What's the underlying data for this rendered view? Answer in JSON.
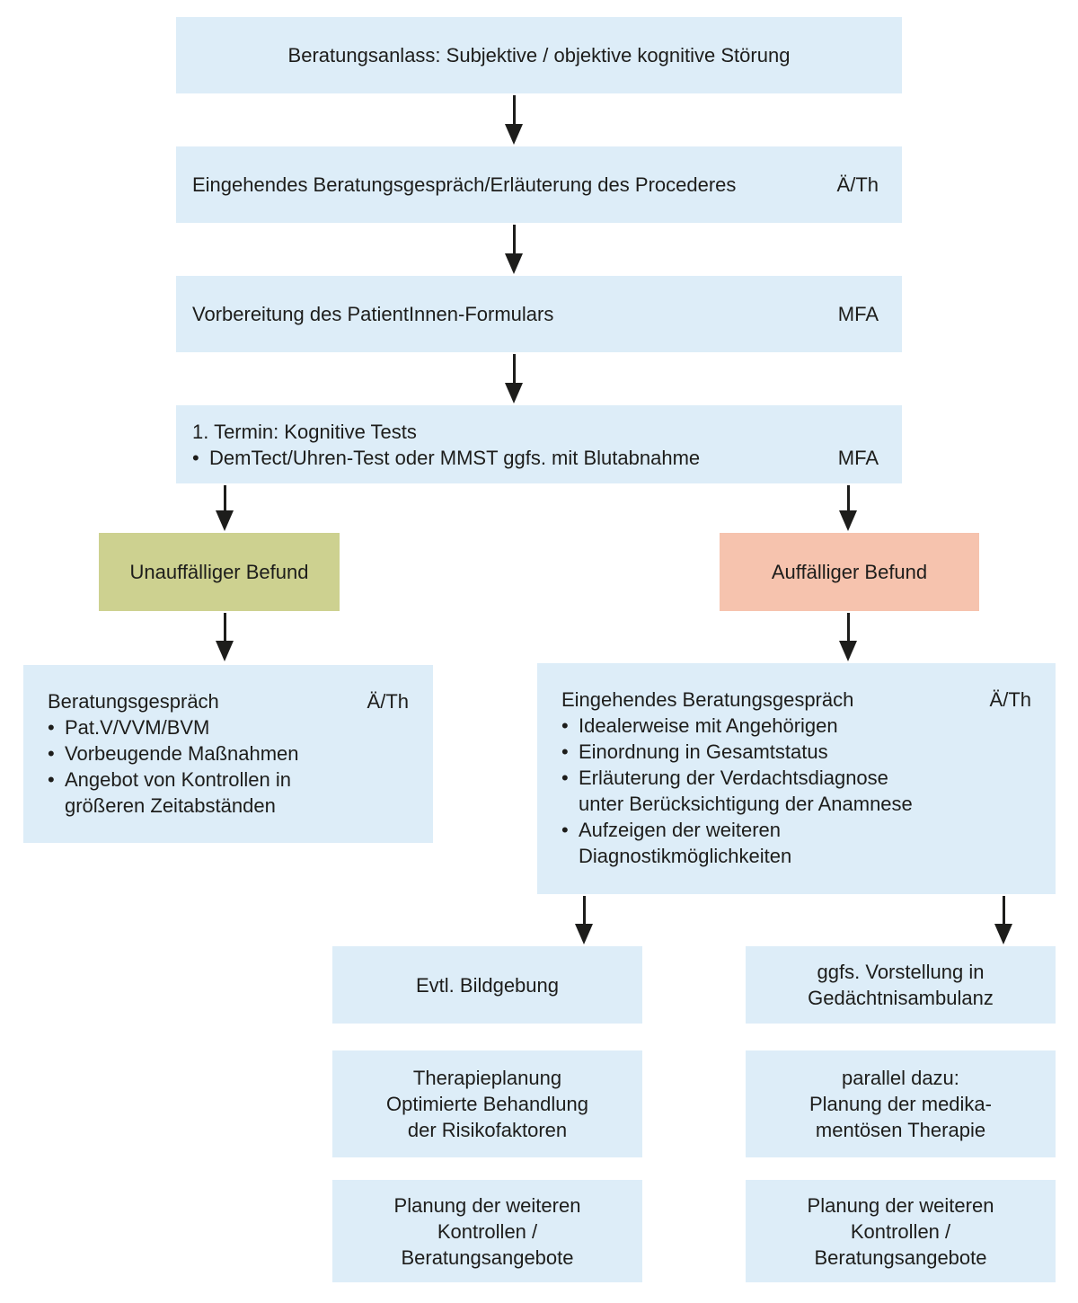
{
  "colors": {
    "box_blue": "#ddedf8",
    "box_green": "#cdd190",
    "box_salmon": "#f6c3ae",
    "text": "#1d1d1b",
    "arrow": "#1d1d1b"
  },
  "flow": {
    "step1": {
      "text": "Beratungsanlass: Subjektive / objektive kognitive Störung"
    },
    "step2": {
      "text": "Eingehendes Beratungsgespräch/Erläuterung des Procederes",
      "role": "Ä/Th"
    },
    "step3": {
      "text": "Vorbereitung des PatientInnen-Formulars",
      "role": "MFA"
    },
    "step4": {
      "line1": "1. Termin: Kognitive Tests",
      "bullet": "DemTect/Uhren-Test oder MMST ggfs. mit Blutabnahme",
      "role": "MFA"
    },
    "branch_negative": {
      "label": "Unauffälliger Befund"
    },
    "branch_positive": {
      "label": "Auffälliger Befund"
    },
    "negative_detail": {
      "title": "Beratungsgespräch",
      "role": "Ä/Th",
      "bullets": [
        "Pat.V/VVM/BVM",
        "Vorbeugende Maßnahmen",
        "Angebot von Kontrollen in\ngrößeren Zeitabständen"
      ]
    },
    "positive_detail": {
      "title": "Eingehendes Beratungsgespräch",
      "role": "Ä/Th",
      "bullets": [
        "Idealerweise mit Angehörigen",
        "Einordnung in Gesamtstatus",
        "Erläuterung der Verdachtsdiagnose\nunter Berücksichtigung der Anamnese",
        "Aufzeigen der weiteren\nDiagnostikmöglichkeiten"
      ]
    },
    "outcomes_left": [
      "Evtl. Bildgebung",
      "Therapieplanung\nOptimierte Behandlung\nder Risikofaktoren",
      "Planung der weiteren\nKontrollen /\nBeratungsangebote"
    ],
    "outcomes_right": [
      "ggfs. Vorstellung in\nGedächtnisambulanz",
      "parallel dazu:\nPlanung der medika-\nmentösen Therapie",
      "Planung der weiteren\nKontrollen /\nBeratungsangebote"
    ]
  }
}
